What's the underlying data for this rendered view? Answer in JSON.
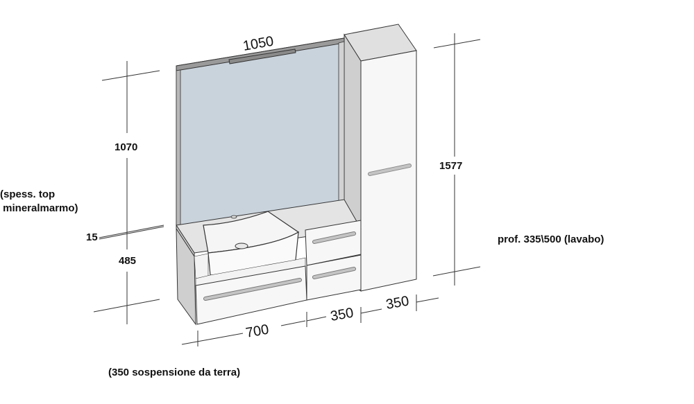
{
  "diagram": {
    "subject": "Bathroom vanity composition with mirror, sink base, drawer unit and tall column",
    "dimensions": {
      "total_width": "1050",
      "mirror_height": "1070",
      "top_thickness": "15",
      "base_height": "485",
      "column_height": "1577",
      "base_width_sink": "700",
      "base_width_drawers": "350",
      "column_width": "350"
    },
    "notes": {
      "top_thickness_line1": "(spess. top",
      "top_thickness_line2": " mineralmarmo)",
      "depth": "prof. 335\\500 (lavabo)",
      "suspension": "(350 sospensione da terra)"
    },
    "colors": {
      "mirror": "#c9d3dc",
      "panel_white": "#f7f7f7",
      "panel_side": "#d9d9d9",
      "handle": "#bdbdbd",
      "outline": "#333333"
    }
  }
}
